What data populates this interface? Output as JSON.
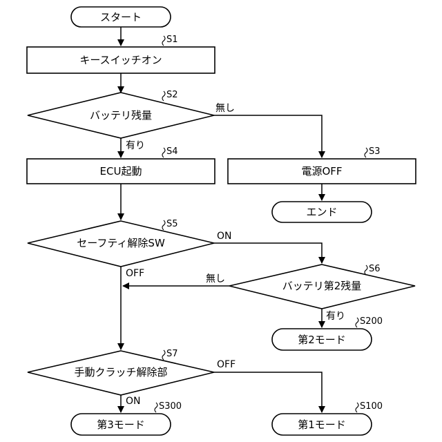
{
  "nodes": {
    "start": "スタート",
    "s1": "キースイッチオン",
    "s2": "バッテリ残量",
    "s3": "電源OFF",
    "end": "エンド",
    "s4": "ECU起動",
    "s5": "セーフティ解除SW",
    "s6": "バッテリ第2残量",
    "s200": "第2モード",
    "s7": "手動クラッチ解除部",
    "s300": "第3モード",
    "s100": "第1モード"
  },
  "steps": {
    "s1": "S1",
    "s2": "S2",
    "s3": "S3",
    "s4": "S4",
    "s5": "S5",
    "s6": "S6",
    "s7": "S7",
    "s100": "S100",
    "s200": "S200",
    "s300": "S300"
  },
  "edge_labels": {
    "s2_none": "無し",
    "s2_yes": "有り",
    "s5_on": "ON",
    "s5_off": "OFF",
    "s6_none": "無し",
    "s6_yes": "有り",
    "s7_off": "OFF",
    "s7_on": "ON"
  }
}
